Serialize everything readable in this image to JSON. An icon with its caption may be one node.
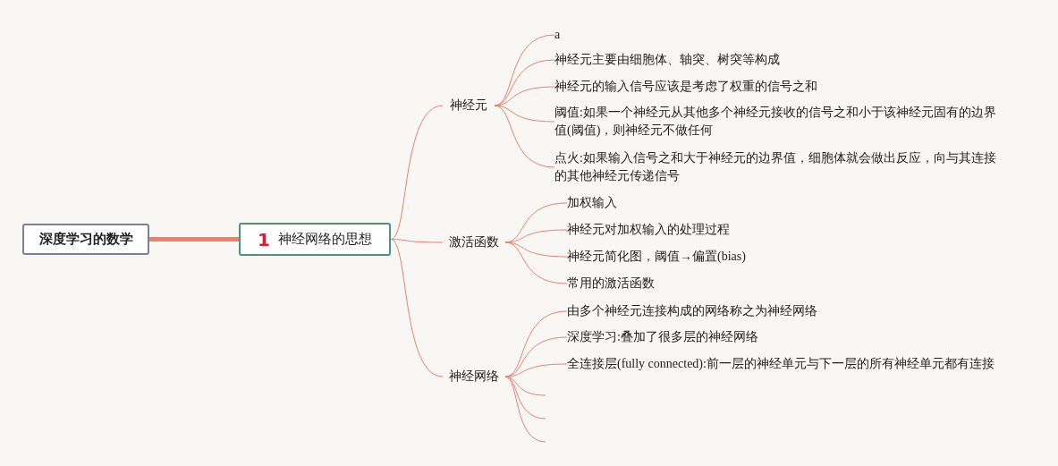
{
  "diagram": {
    "nodes": [
      {
        "text": [
          "深度学习的数学"
        ]
      },
      {
        "text": [
          "1",
          "神经网络的思想"
        ]
      },
      {
        "text": [
          "神经元"
        ]
      },
      {
        "text": [
          "激活函数"
        ]
      },
      {
        "text": [
          "神经网络"
        ]
      },
      {
        "text": [
          "a"
        ]
      },
      {
        "text": [
          "神经元主要由细胞体、轴突、树突等构成"
        ]
      },
      {
        "text": [
          "神经元的输入信号应该是考虑了权重的信号之和"
        ]
      },
      {
        "text": [
          "阈值:如果一个神经元从其他多个神经元接收的信号之和小于该神经元固有的边界值(阈值)，则神经元不做任何"
        ]
      },
      {
        "text": [
          "点火:如果输入信号之和大于神经元的边界值，细胞体就会做出反应，向与其连接的其他神经元传递信号"
        ]
      },
      {
        "text": [
          "加权输入"
        ]
      },
      {
        "text": [
          "神经元对加权输入的处理过程"
        ]
      },
      {
        "text": [
          "神经元简化图，阈值→偏置(bias)"
        ]
      },
      {
        "text": [
          "常用的激活函数"
        ]
      },
      {
        "text": [
          "由多个神经元连接构成的网络称之为神经网络"
        ]
      },
      {
        "text": [
          "深度学习:叠加了很多层的神经网络"
        ]
      },
      {
        "text": [
          "全连接层(fully connected):前一层的神经单元与下一层的所有神经单元都有连接"
        ]
      }
    ],
    "edges": [
      {
        "from": 0,
        "to": 1,
        "arrow": "none",
        "style": "thick"
      },
      {
        "from": 1,
        "to": 2,
        "arrow": "none"
      },
      {
        "from": 1,
        "to": 3,
        "arrow": "none"
      },
      {
        "from": 1,
        "to": 4,
        "arrow": "none"
      },
      {
        "from": 2,
        "to": 5,
        "arrow": "none"
      },
      {
        "from": 2,
        "to": 6,
        "arrow": "none"
      },
      {
        "from": 2,
        "to": 7,
        "arrow": "none"
      },
      {
        "from": 2,
        "to": 8,
        "arrow": "none"
      },
      {
        "from": 2,
        "to": 9,
        "arrow": "none"
      },
      {
        "from": 3,
        "to": 10,
        "arrow": "none"
      },
      {
        "from": 3,
        "to": 11,
        "arrow": "none"
      },
      {
        "from": 3,
        "to": 12,
        "arrow": "none"
      },
      {
        "from": 3,
        "to": 13,
        "arrow": "none"
      },
      {
        "from": 4,
        "to": 14,
        "arrow": "none"
      },
      {
        "from": 4,
        "to": 15,
        "arrow": "none"
      },
      {
        "from": 4,
        "to": 16,
        "arrow": "none"
      },
      {
        "from": 4,
        "to": null,
        "arrow": "none"
      },
      {
        "from": 4,
        "to": null,
        "arrow": "none"
      },
      {
        "from": 4,
        "to": null,
        "arrow": "none"
      }
    ]
  }
}
